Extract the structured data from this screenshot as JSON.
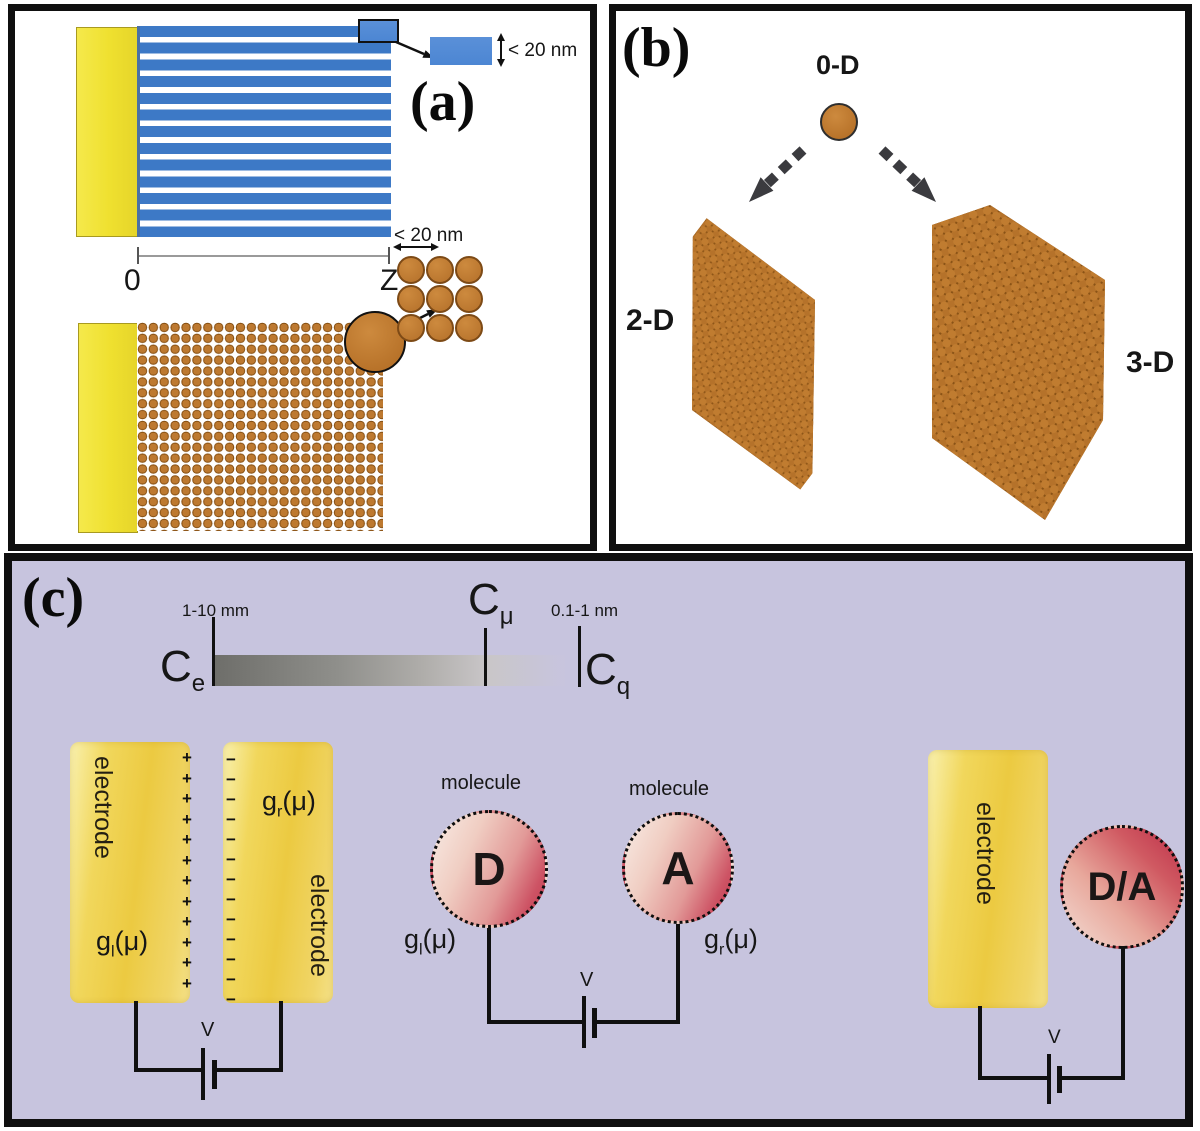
{
  "colors": {
    "panel_background": "#ffffff",
    "panel_c_background": "#c7c4de",
    "panel_border": "#0f0f0f",
    "stripe_blue": "#3d79c6",
    "inset_blue": "#4c86d3",
    "electrode_yellow": "#efe02f",
    "electrode_gold": "#ecca41",
    "particle_orange": "#bd7930",
    "particle_edge": "#8a5316",
    "molecule_red": "#c23950",
    "molecule_highlight": "#f8ebe4",
    "arrow_dark": "#3b3b3f",
    "scalebar_gray": "#6e6e6a",
    "wire_black": "#101010"
  },
  "panel_a": {
    "label": "(a)",
    "nanowire_size_label": "< 20 nm",
    "axis_start_label": "0",
    "axis_end_label": "Z",
    "nanocrystal_size_label": "< 20 nm"
  },
  "panel_b": {
    "label": "(b)",
    "dim0_label": "0-D",
    "dim2_label": "2-D",
    "dim3_label": "3-D"
  },
  "panel_c": {
    "label": "(c)",
    "scale": {
      "left_length_label": "1-10 mm",
      "right_length_label": "0.1-1 nm",
      "c_electrode": {
        "base": "C",
        "sub": "e"
      },
      "c_mu": {
        "base": "C",
        "sub": "μ"
      },
      "c_quantum": {
        "base": "C",
        "sub": "q"
      }
    },
    "capacitor": {
      "left_electrode_label": "electrode",
      "right_electrode_label": "electrode",
      "g_left": {
        "base": "g",
        "sub": "l",
        "arg": "(μ)"
      },
      "g_right": {
        "base": "g",
        "sub": "r",
        "arg": "(μ)"
      },
      "plus_sign": "+",
      "minus_sign": "−",
      "voltage_label": "V"
    },
    "molecular": {
      "left_molecule_title": "molecule",
      "right_molecule_title": "molecule",
      "donor_label": "D",
      "acceptor_label": "A",
      "g_left": {
        "base": "g",
        "sub": "l",
        "arg": "(μ)"
      },
      "g_right": {
        "base": "g",
        "sub": "r",
        "arg": "(μ)"
      },
      "voltage_label": "V"
    },
    "hybrid": {
      "electrode_label": "electrode",
      "molecule_label": "D/A",
      "voltage_label": "V"
    }
  }
}
